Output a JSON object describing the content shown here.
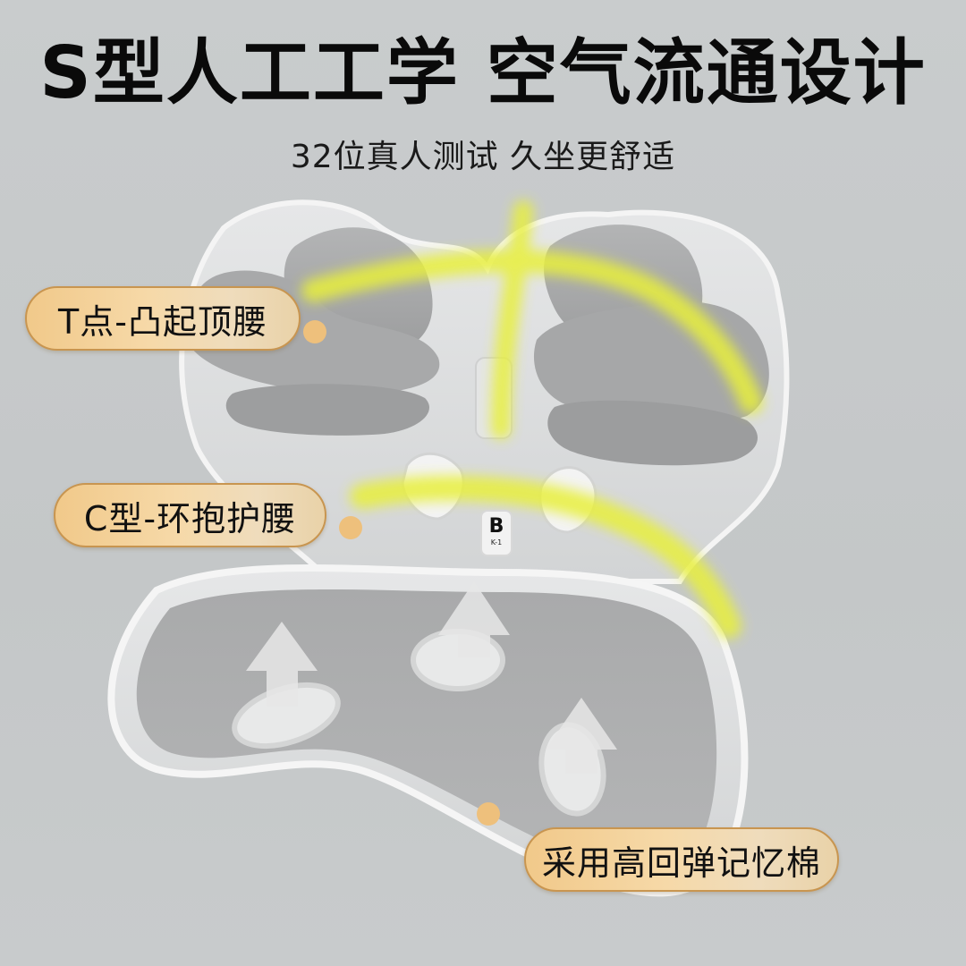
{
  "header": {
    "title": "S型人工工学 空气流通设计",
    "subtitle": "32位真人测试 久坐更舒适"
  },
  "callouts": [
    {
      "label": "T点-凸起顶腰"
    },
    {
      "label": "C型-环抱护腰"
    },
    {
      "label": "采用高回弹记忆棉"
    }
  ],
  "product": {
    "badge_letter": "B",
    "badge_code": "K-1",
    "highlight_color": "#e8f03a",
    "pill_color": "#f3d39c",
    "dot_color": "#eec07c",
    "background_color": "#c8cbcc"
  }
}
